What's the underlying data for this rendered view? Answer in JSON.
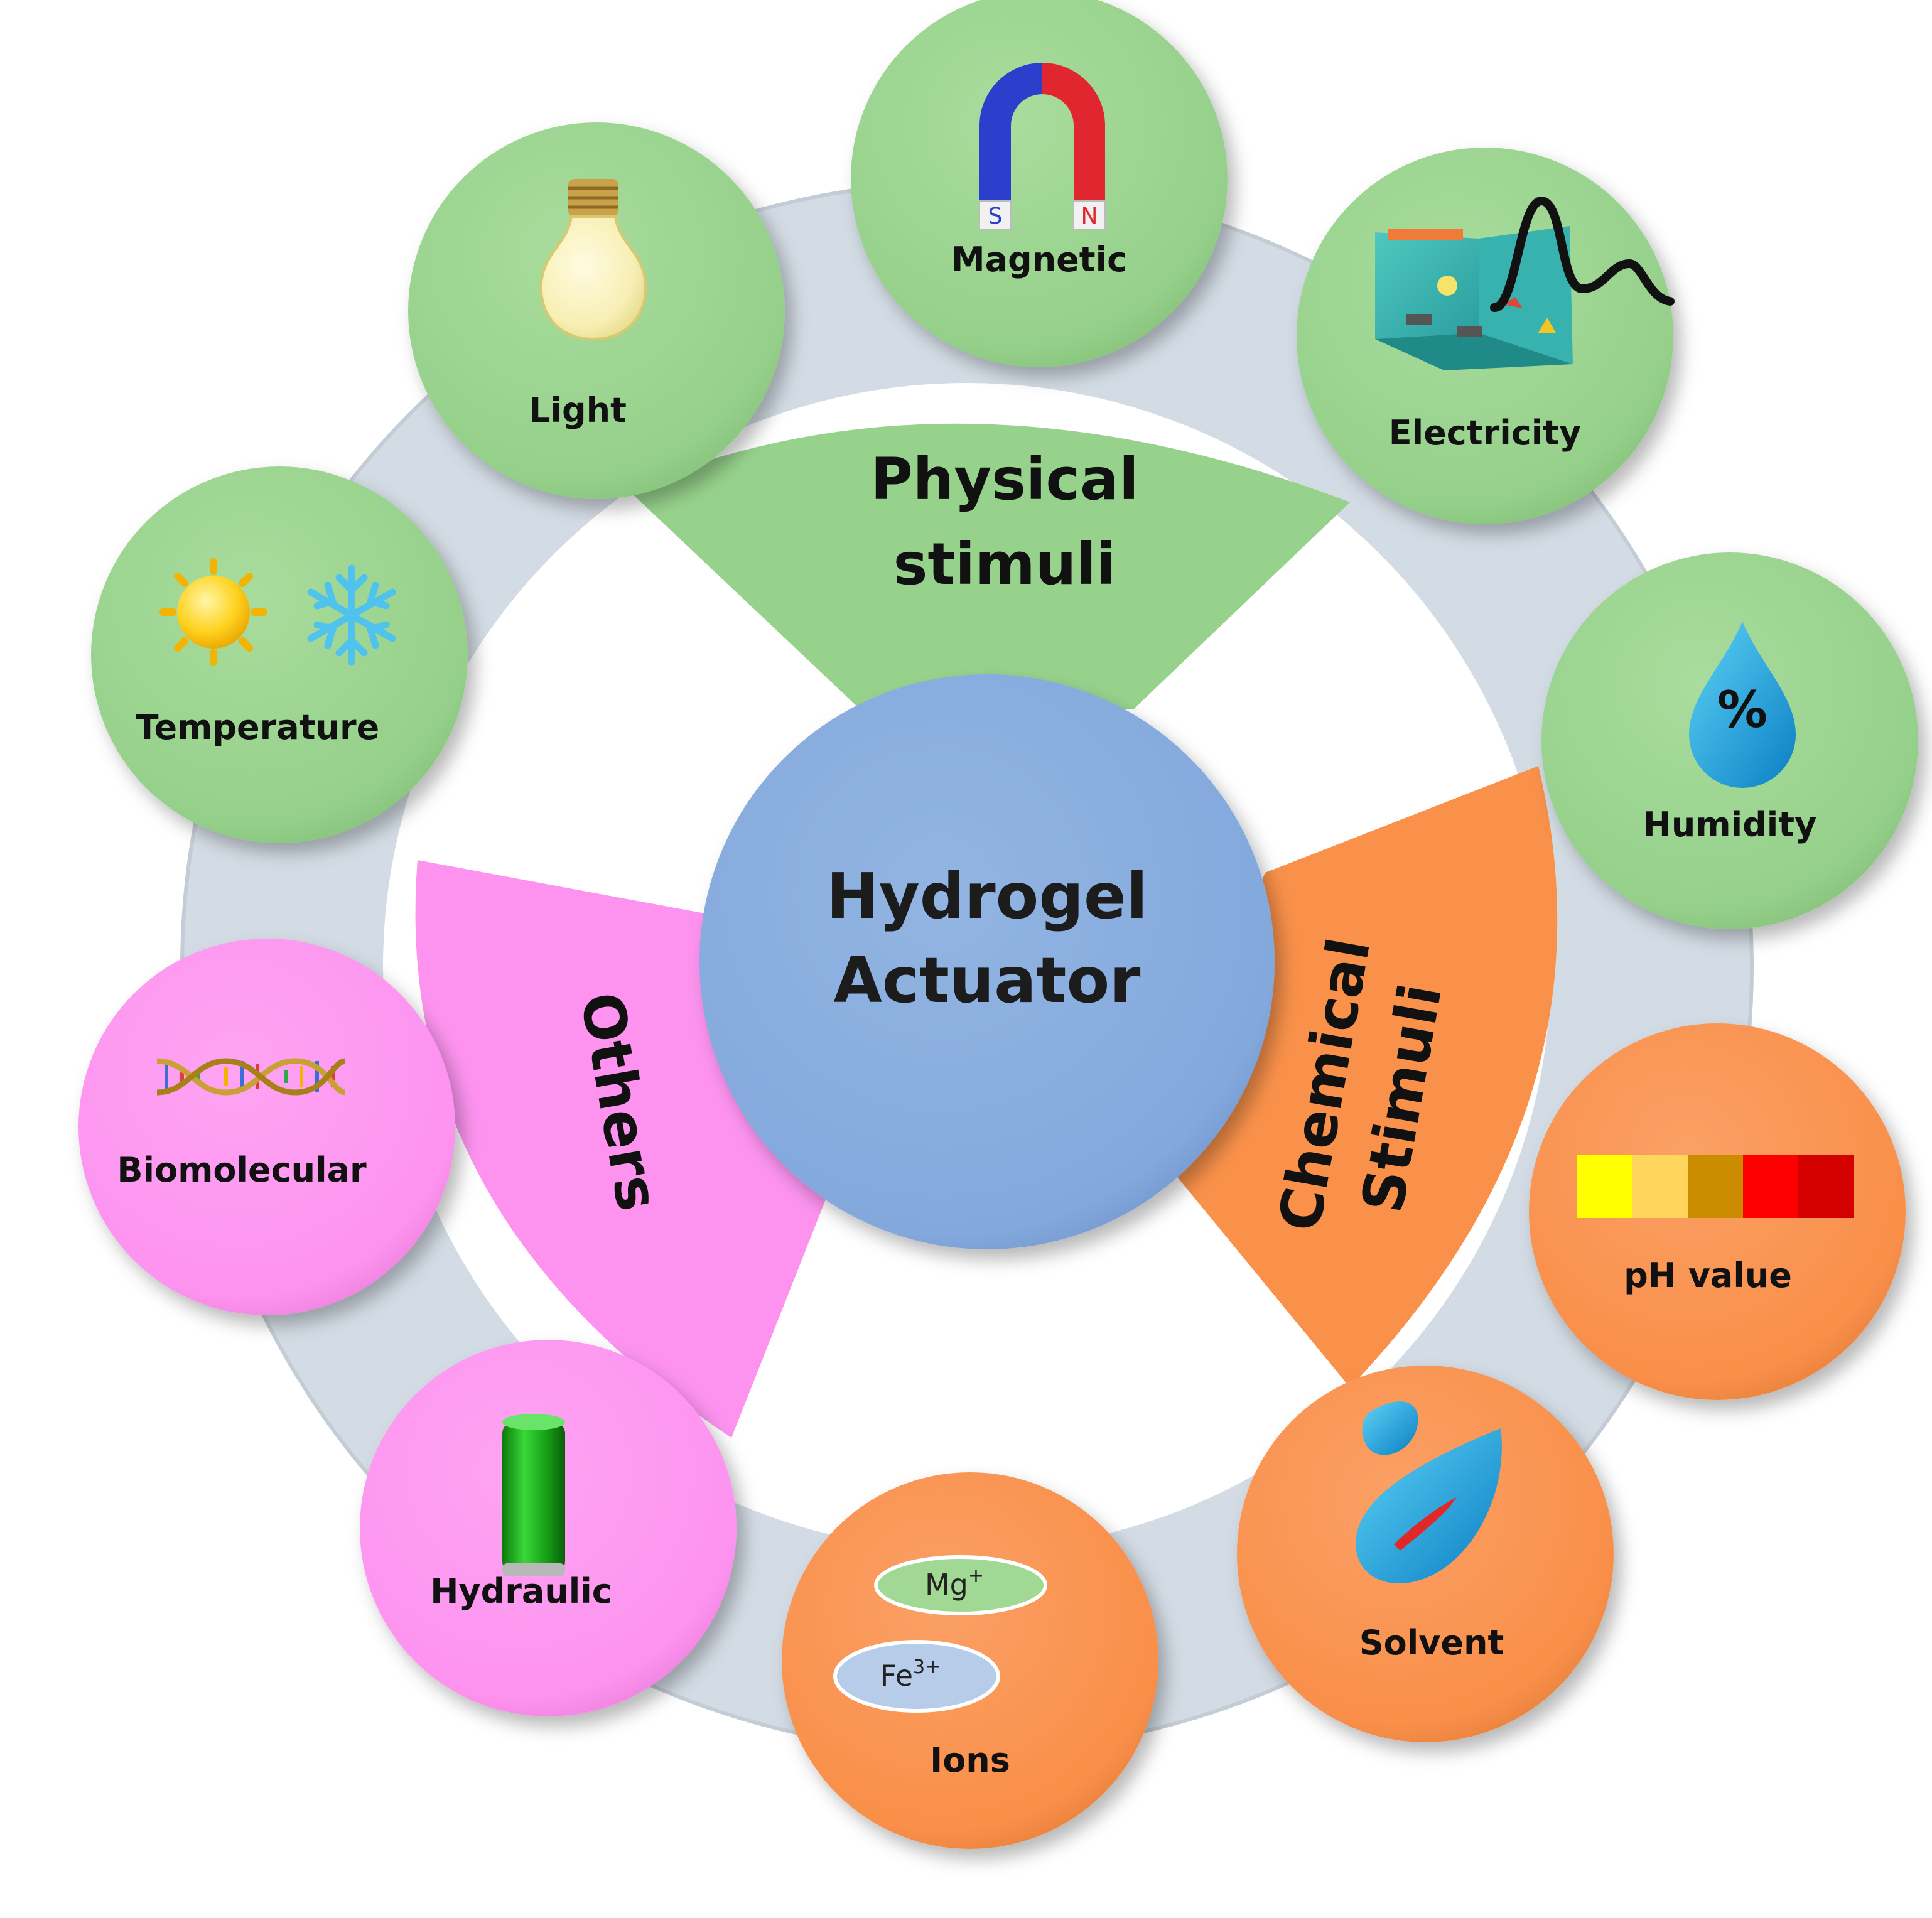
{
  "center": {
    "line1": "Hydrogel",
    "line2": "Actuator"
  },
  "categories": {
    "physical": {
      "line1": "Physical",
      "line2": "stimuli",
      "color": "#97d28c"
    },
    "chemical": {
      "line1": "Chemical",
      "line2": "Stimuli",
      "color": "#f9914a"
    },
    "others": {
      "label": "Others",
      "color": "#fd93ef"
    }
  },
  "nodes": {
    "light": "Light",
    "magnetic": "Magnetic",
    "electricity": "Electricity",
    "temperature": "Temperature",
    "humidity": "Humidity",
    "biomolecular": "Biomolecular",
    "ph": "pH value",
    "hydraulic": "Hydraulic",
    "solvent": "Solvent",
    "ions": "Ions"
  },
  "icons": {
    "magnet": {
      "s": "S",
      "n": "N"
    },
    "humidity": "%",
    "ions": {
      "mg": "Mg",
      "mg_sup": "+",
      "fe": "Fe",
      "fe_sup": "3+"
    }
  },
  "colors": {
    "center": "#84a9dc",
    "ring": "#d3dbe4",
    "physical_node": "#97d28c",
    "chemical_node": "#f9914a",
    "others_node": "#fd93ef"
  }
}
